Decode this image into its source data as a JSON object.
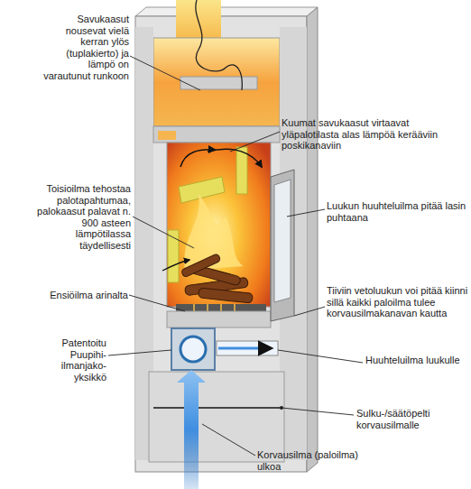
{
  "diagram": {
    "labels": [
      "Savukaasut nousevat vielä kerran ylös (tuplakierto) ja lämpö on varautunut runkoon",
      "Kuumat savukaasut virtaavat yläpalotilasta alas lämpöä kerääviin poskikanaviin",
      "Toisioilma tehostaa palotapahtumaa, palokaasut palavat n. 900 asteen lämpötilassa täydellisesti",
      "Luukun huuhteluilma pitää lasin puhtaana",
      "Ensiöilma arinalta",
      "Tiiviin vetoluukun voi pitää kiinni sillä kaikki paloilma tulee korvausilmakanavan kautta",
      "Patentoitu Puupihi- ilmanjako- yksikkö",
      "Huuhteluilma luukulle",
      "Sulku-/säätöpelti korvausilmalle",
      "Korvausilma (paloilma) ulkoa"
    ]
  }
}
